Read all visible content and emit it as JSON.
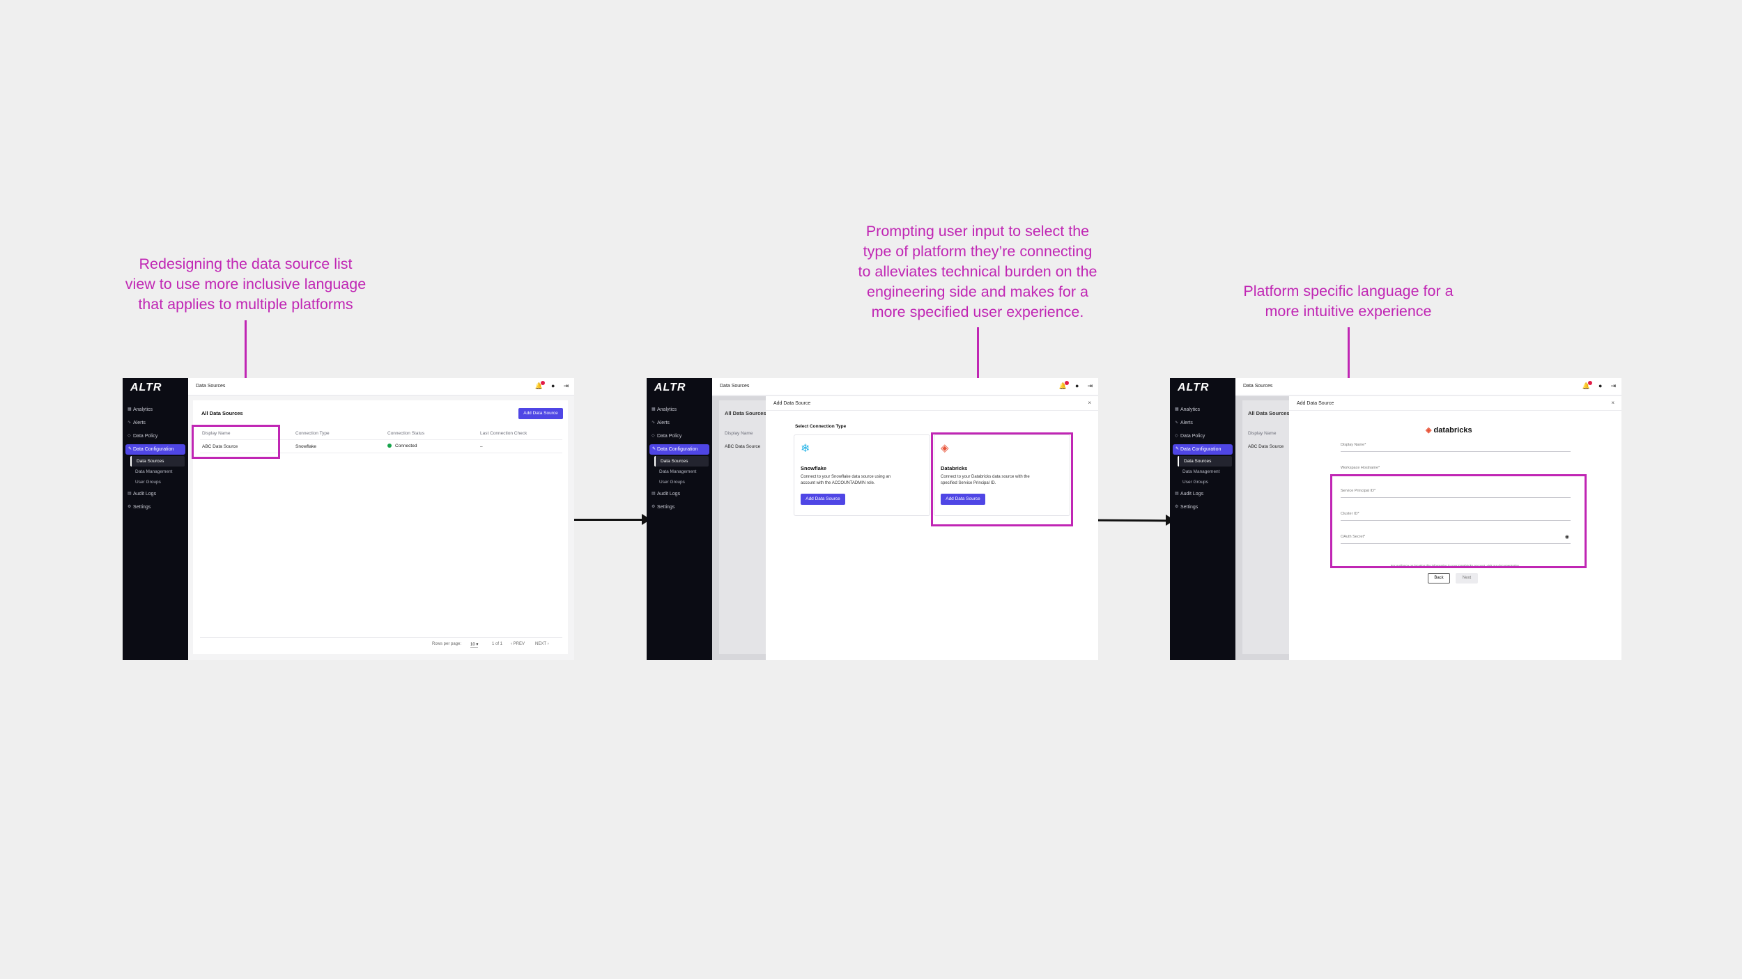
{
  "annotations": {
    "left": [
      "Redesigning the data source list",
      "view to use more inclusive language",
      "that applies to multiple platforms"
    ],
    "middle": [
      "Prompting user input to select the",
      "type of platform they’re connecting",
      "to alleviates technical burden on the",
      "engineering side and makes for a",
      "more specified user experience."
    ],
    "right": [
      "Platform specific language for a",
      "more intuitive experience"
    ]
  },
  "app": {
    "logo": "ALTR",
    "nav": {
      "analytics": "Analytics",
      "alerts": "Alerts",
      "data_policy": "Data Policy",
      "data_configuration": "Data Configuration",
      "data_sources": "Data Sources",
      "data_management": "Data Management",
      "user_groups": "User Groups",
      "audit_logs": "Audit Logs",
      "settings": "Settings"
    },
    "breadcrumb": "Data Sources"
  },
  "screen1": {
    "card_title": "All Data Sources",
    "add_button": "Add Data Source",
    "columns": [
      "Display Name",
      "Connection Type",
      "Connection Status",
      "Last Connection Check"
    ],
    "row": {
      "name": "ABC Data Source",
      "type": "Snowflake",
      "status": "Connected",
      "last_check": "–"
    },
    "pagination": {
      "rows_per_page_label": "Rows per page:",
      "rows_per_page": "10",
      "range": "1 of 1",
      "prev": "PREV",
      "next": "NEXT"
    }
  },
  "screen2": {
    "modal_title": "Add Data Source",
    "close": "×",
    "section_label": "Select Connection Type",
    "snowflake": {
      "title": "Snowflake",
      "desc": "Connect to your Snowflake data source using an account with the ACCOUNTADMIN role.",
      "button": "Add Data Source"
    },
    "databricks": {
      "title": "Databricks",
      "desc": "Connect to your Databricks data source with the specified Service Principal ID.",
      "button": "Add Data Source"
    }
  },
  "screen3": {
    "modal_title": "Add Data Source",
    "close": "×",
    "brand": "databricks",
    "fields": {
      "display_name": "Display Name*",
      "workspace_hostname": "Workspace Hostname*",
      "service_principal_id": "Service Principal ID*",
      "cluster_id": "Cluster ID*",
      "oauth_secret": "OAuth Secret*"
    },
    "help_text": "For guidance on locating this information in your Databricks account, visit our documentation.",
    "back_button": "Back",
    "next_button": "Next"
  },
  "colors": {
    "annotation": "#c026b4",
    "accent": "#4f46e5",
    "sidebar": "#0b0c14",
    "connected": "#16a34a"
  },
  "icons": [
    "bell-icon",
    "help-icon",
    "logout-icon",
    "snowflake-icon",
    "databricks-icon",
    "eye-icon"
  ]
}
